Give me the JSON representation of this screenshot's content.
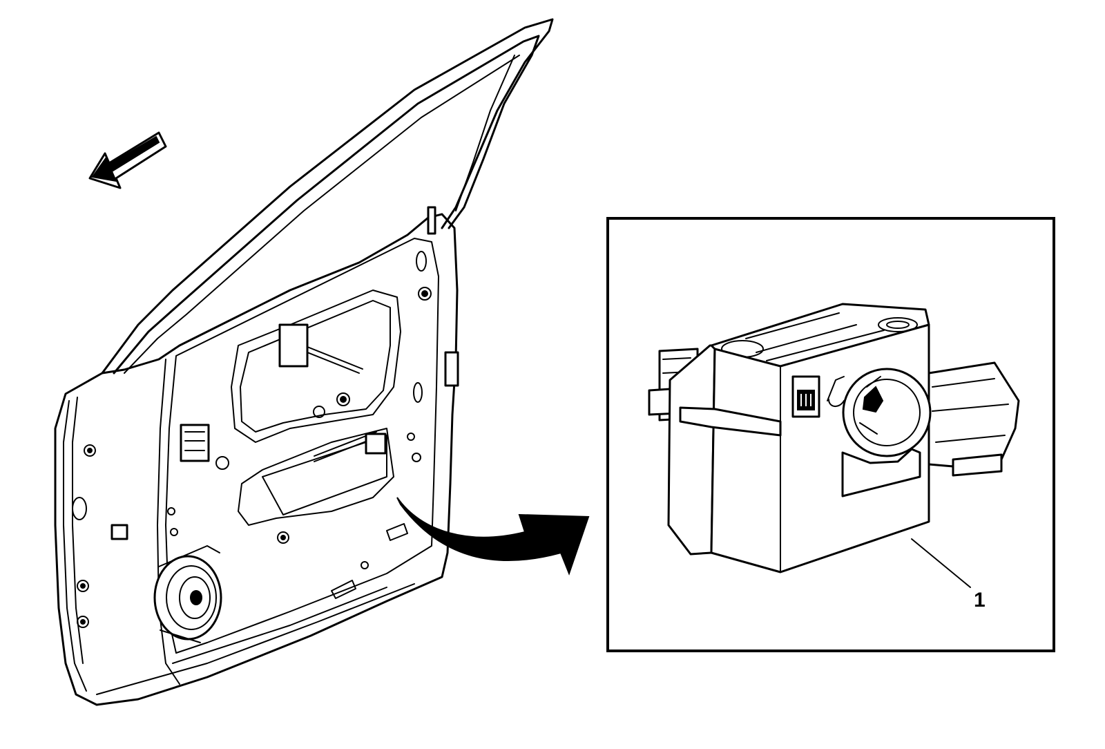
{
  "diagram": {
    "callouts": [
      {
        "number": "1",
        "target": "side-impact-sensor"
      }
    ],
    "icons": {
      "direction_arrow": "front-direction-arrow-icon",
      "transition_arrow": "curved-arrow-icon",
      "detail_inset": "detail-inset-frame"
    },
    "colors": {
      "line": "#000000",
      "background": "#ffffff"
    }
  }
}
